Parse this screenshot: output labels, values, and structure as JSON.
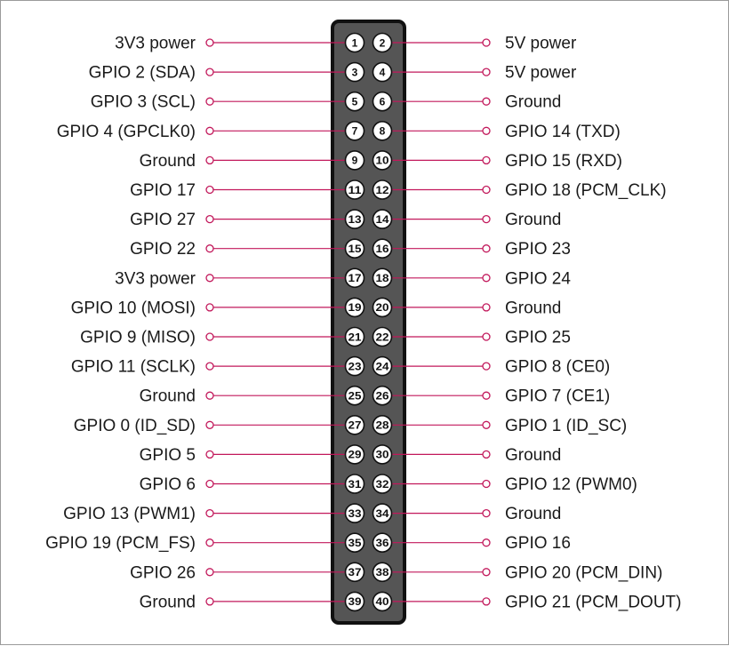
{
  "pins": [
    {
      "num": "1",
      "label": "3V3 power"
    },
    {
      "num": "2",
      "label": "5V power"
    },
    {
      "num": "3",
      "label": "GPIO 2 (SDA)"
    },
    {
      "num": "4",
      "label": "5V power"
    },
    {
      "num": "5",
      "label": "GPIO 3 (SCL)"
    },
    {
      "num": "6",
      "label": "Ground"
    },
    {
      "num": "7",
      "label": "GPIO 4 (GPCLK0)"
    },
    {
      "num": "8",
      "label": "GPIO 14 (TXD)"
    },
    {
      "num": "9",
      "label": "Ground"
    },
    {
      "num": "10",
      "label": "GPIO 15 (RXD)"
    },
    {
      "num": "11",
      "label": "GPIO 17"
    },
    {
      "num": "12",
      "label": "GPIO 18 (PCM_CLK)"
    },
    {
      "num": "13",
      "label": "GPIO 27"
    },
    {
      "num": "14",
      "label": "Ground"
    },
    {
      "num": "15",
      "label": "GPIO 22"
    },
    {
      "num": "16",
      "label": "GPIO 23"
    },
    {
      "num": "17",
      "label": "3V3 power"
    },
    {
      "num": "18",
      "label": "GPIO 24"
    },
    {
      "num": "19",
      "label": "GPIO 10 (MOSI)"
    },
    {
      "num": "20",
      "label": "Ground"
    },
    {
      "num": "21",
      "label": "GPIO 9 (MISO)"
    },
    {
      "num": "22",
      "label": "GPIO 25"
    },
    {
      "num": "23",
      "label": "GPIO 11 (SCLK)"
    },
    {
      "num": "24",
      "label": "GPIO 8 (CE0)"
    },
    {
      "num": "25",
      "label": "Ground"
    },
    {
      "num": "26",
      "label": "GPIO 7 (CE1)"
    },
    {
      "num": "27",
      "label": "GPIO 0 (ID_SD)"
    },
    {
      "num": "28",
      "label": "GPIO 1 (ID_SC)"
    },
    {
      "num": "29",
      "label": "GPIO 5"
    },
    {
      "num": "30",
      "label": "Ground"
    },
    {
      "num": "31",
      "label": "GPIO 6"
    },
    {
      "num": "32",
      "label": "GPIO 12 (PWM0)"
    },
    {
      "num": "33",
      "label": "GPIO 13 (PWM1)"
    },
    {
      "num": "34",
      "label": "Ground"
    },
    {
      "num": "35",
      "label": "GPIO 19 (PCM_FS)"
    },
    {
      "num": "36",
      "label": "GPIO 16"
    },
    {
      "num": "37",
      "label": "GPIO 26"
    },
    {
      "num": "38",
      "label": "GPIO 20 (PCM_DIN)"
    },
    {
      "num": "39",
      "label": "Ground"
    },
    {
      "num": "40",
      "label": "GPIO 21 (PCM_DOUT)"
    }
  ],
  "colors": {
    "connector_fill": "#555555",
    "connector_stroke": "#111111",
    "pin_fill": "#ffffff",
    "leader_line": "#c2185b",
    "text": "#1a1a1a"
  }
}
